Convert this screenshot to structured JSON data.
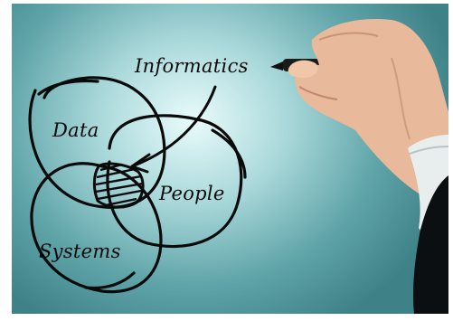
{
  "image": {
    "type": "photo",
    "subject": "hand drawing venn diagram with marker"
  },
  "labels": {
    "title": "Informatics",
    "circle_a": "Data",
    "circle_b": "People",
    "circle_c": "Systems"
  },
  "colors": {
    "background_center": "#e9fbfb",
    "background_edge": "#3e8287",
    "ink": "#0a0a0a",
    "sleeve": "#0b0f12",
    "cuff": "#e8eeee"
  }
}
